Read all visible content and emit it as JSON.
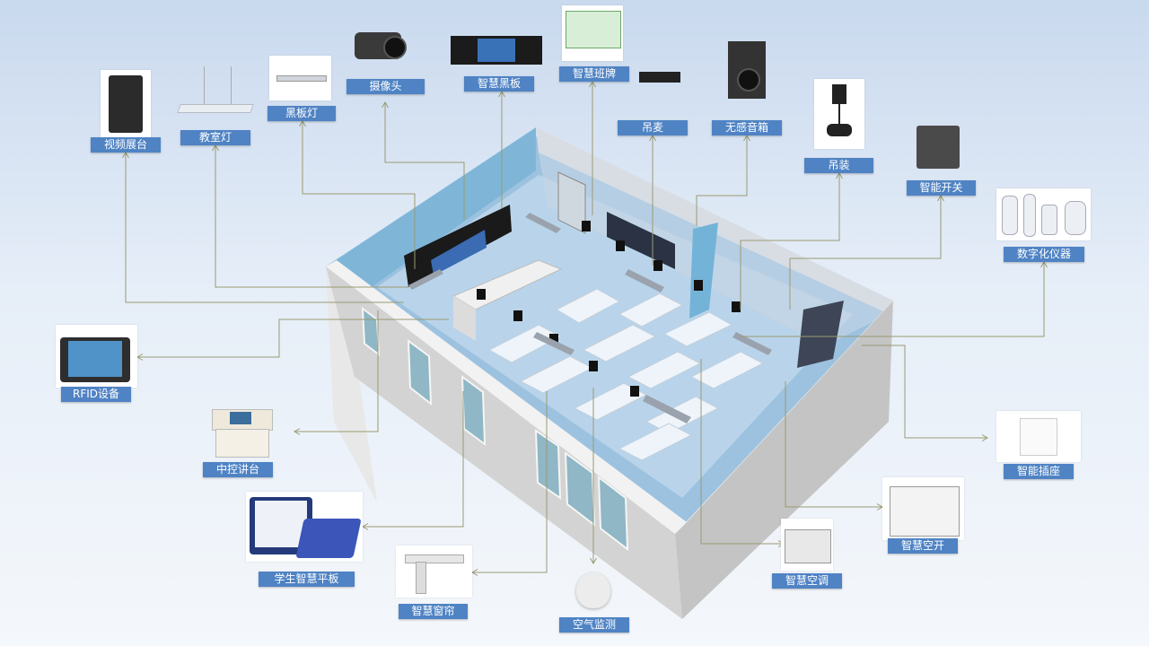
{
  "devices": {
    "video_booth": "视频展台",
    "classroom_light": "教室灯",
    "blackboard_light": "黑板灯",
    "camera": "摄像头",
    "smart_blackboard": "智慧黑板",
    "smart_class_board": "智慧班牌",
    "hanging_mic": "吊麦",
    "speaker": "无感音箱",
    "ceiling_mount": "吊装",
    "smart_switch": "智能开关",
    "digital_instrument": "数字化仪器",
    "rfid": "RFID设备",
    "control_podium": "中控讲台",
    "student_tablet": "学生智慧平板",
    "smart_curtain": "智慧窗帘",
    "air_monitor": "空气监测",
    "smart_ac": "智慧空调",
    "smart_breaker": "智慧空开",
    "smart_socket": "智能插座"
  },
  "colors": {
    "label_bg": "#4f83c4",
    "connector": "#9a9a72",
    "floor": "#9cc2e0",
    "wall": "#dcdcdc"
  }
}
